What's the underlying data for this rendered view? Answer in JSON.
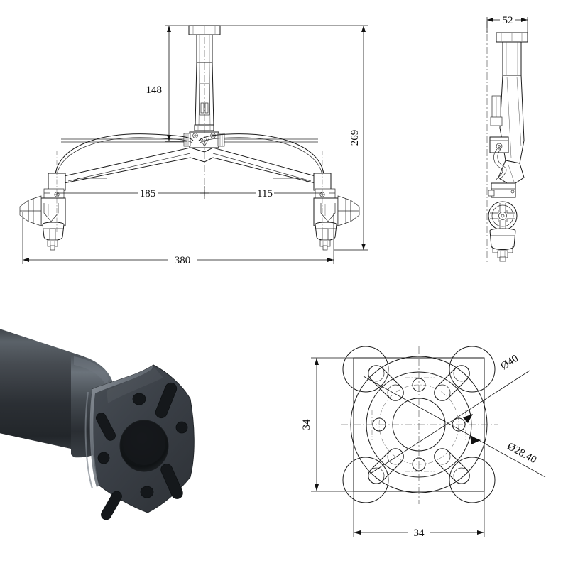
{
  "sheet": {
    "title": "Projector ceiling mount / tube flange dimension sheet",
    "background": "#ffffff",
    "line_color": "#1a1a1a",
    "text_color": "#111111"
  },
  "views": [
    {
      "id": "front-elevation",
      "name": "Front elevation of ceiling mount assembly",
      "position": "top-left"
    },
    {
      "id": "side-elevation",
      "name": "Side elevation of ceiling mount assembly",
      "position": "top-right"
    },
    {
      "id": "product-photo",
      "name": "Photograph of black tube end with square flange",
      "position": "bottom-left"
    },
    {
      "id": "flange-face-detail",
      "name": "Flange face detail with bolt pattern",
      "position": "bottom-right"
    }
  ],
  "dimensions": {
    "front": {
      "height_column": "148",
      "height_overall": "269",
      "offset_left": "185",
      "offset_right": "115",
      "width_overall": "380"
    },
    "side": {
      "plate_width": "52"
    },
    "flange": {
      "height": "34",
      "width": "34",
      "outer_circle": "Ø40",
      "bolt_circle": "Ø28.40"
    }
  },
  "labels": {
    "d148": "148",
    "d269": "269",
    "d185": "185",
    "d115": "115",
    "d380": "380",
    "d52": "52",
    "d34v": "34",
    "d34h": "34",
    "dia40": "Ø40",
    "dia2840": "Ø28.40"
  },
  "photo_colors": {
    "tube_dark": "#2c3034",
    "tube_mid": "#3d4248",
    "tube_light": "#565c63",
    "flange_face": "#3a3f45",
    "flange_edge": "#6d747c",
    "hole_dark": "#14171a",
    "highlight": "#8b9299"
  }
}
